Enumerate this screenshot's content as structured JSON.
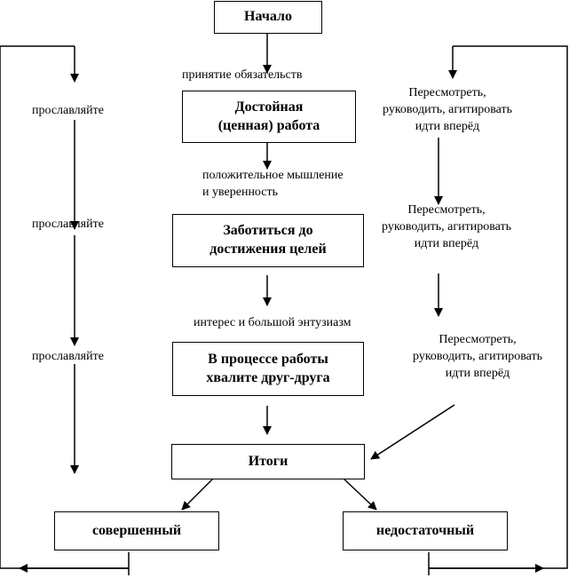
{
  "boxes": {
    "start": "Начало",
    "worthy_work": "Достойная\n(ценная)  работа",
    "care_goals": "Заботиться до\nдостижения целей",
    "praise": "В процессе работы\nхвалите друг-друга",
    "results": "Итоги",
    "perfect": "совершенный",
    "insufficient": "недостаточный"
  },
  "labels": {
    "commitment": "принятие обязательств",
    "positive_thinking": "положительное мышление\nи уверенность",
    "interest": "интерес и большой энтузиазм",
    "glorify_1": "прославляйте",
    "glorify_2": "прославляйте",
    "glorify_3": "прославляйте",
    "review_1": "Пересмотреть,\nруководить, агитировать\nидти вперёд",
    "review_2": "Пересмотреть,\nруководить, агитировать\nидти вперёд",
    "review_3": "Пересмотреть,\nруководить, агитировать\nидти вперёд"
  }
}
